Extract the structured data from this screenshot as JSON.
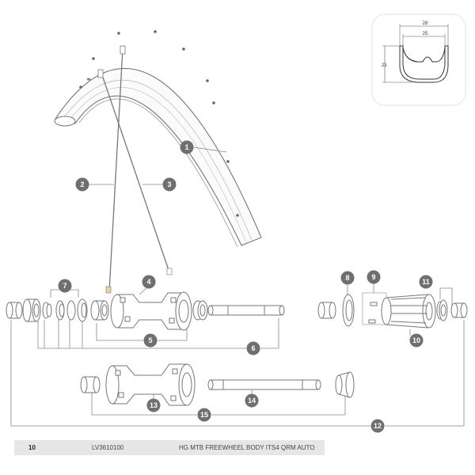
{
  "profile": {
    "outer_width": "28",
    "inner_width": "25",
    "height": "21"
  },
  "callouts": [
    "1",
    "2",
    "3",
    "4",
    "5",
    "6",
    "7",
    "8",
    "9",
    "10",
    "11",
    "12",
    "13",
    "14",
    "15"
  ],
  "part_row": {
    "number": "10",
    "code": "LV3610100",
    "description": "HG MTB FREEWHEEL BODY ITS4 QRM AUTO"
  },
  "colors": {
    "callout_fill": "#6f6f6f",
    "line": "#777777",
    "row_background": "#e6e6e6"
  }
}
